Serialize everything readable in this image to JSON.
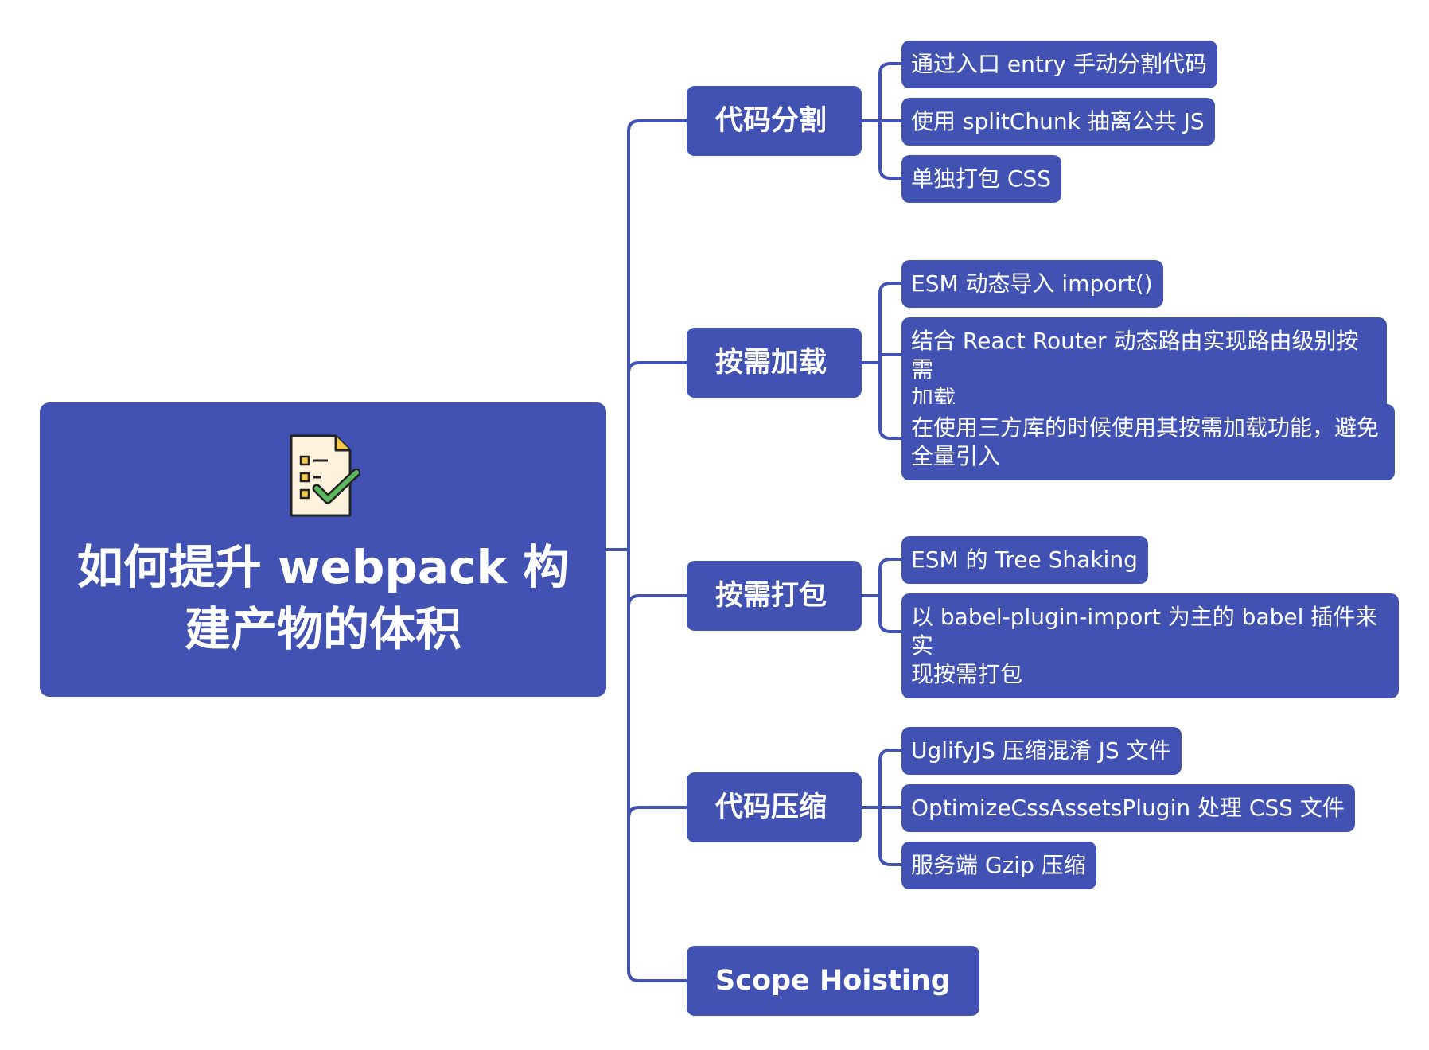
{
  "root": {
    "title": "如何提升 webpack 构建产物的体积",
    "title_line1": "如何提升 webpack 构",
    "title_line2": "建产物的体积",
    "icon": "checklist-document-icon"
  },
  "branches": [
    {
      "label": "代码分割",
      "children": [
        "通过入口 entry 手动分割代码",
        "使用 splitChunk 抽离公共 JS",
        "单独打包 CSS"
      ]
    },
    {
      "label": "按需加载",
      "children": [
        "ESM 动态导入 import()",
        "结合 React Router 动态路由实现路由级别按需加载",
        "在使用三方库的时候使用其按需加载功能，避免全量引入"
      ]
    },
    {
      "label": "按需打包",
      "children": [
        "ESM 的 Tree Shaking",
        "以 babel-plugin-import 为主的 babel 插件来实现按需打包"
      ]
    },
    {
      "label": "代码压缩",
      "children": [
        "UglifyJS 压缩混淆 JS 文件",
        "OptimizeCssAssetsPlugin 处理 CSS 文件",
        "服务端 Gzip 压缩"
      ]
    },
    {
      "label": "Scope Hoisting",
      "children": []
    }
  ],
  "wrapped_lines": {
    "b1c1_line1": "结合 React Router 动态路由实现路由级别按需",
    "b1c1_line2": "加载",
    "b1c2_line1": "在使用三方库的时候使用其按需加载功能，避免",
    "b1c2_line2": "全量引入",
    "b2c1_line1": "以 babel-plugin-import 为主的 babel 插件来实",
    "b2c1_line2": "现按需打包"
  },
  "colors": {
    "node_fill": "#4152b3",
    "connector": "#4152b3",
    "text": "#ffffff",
    "background": "#ffffff"
  }
}
